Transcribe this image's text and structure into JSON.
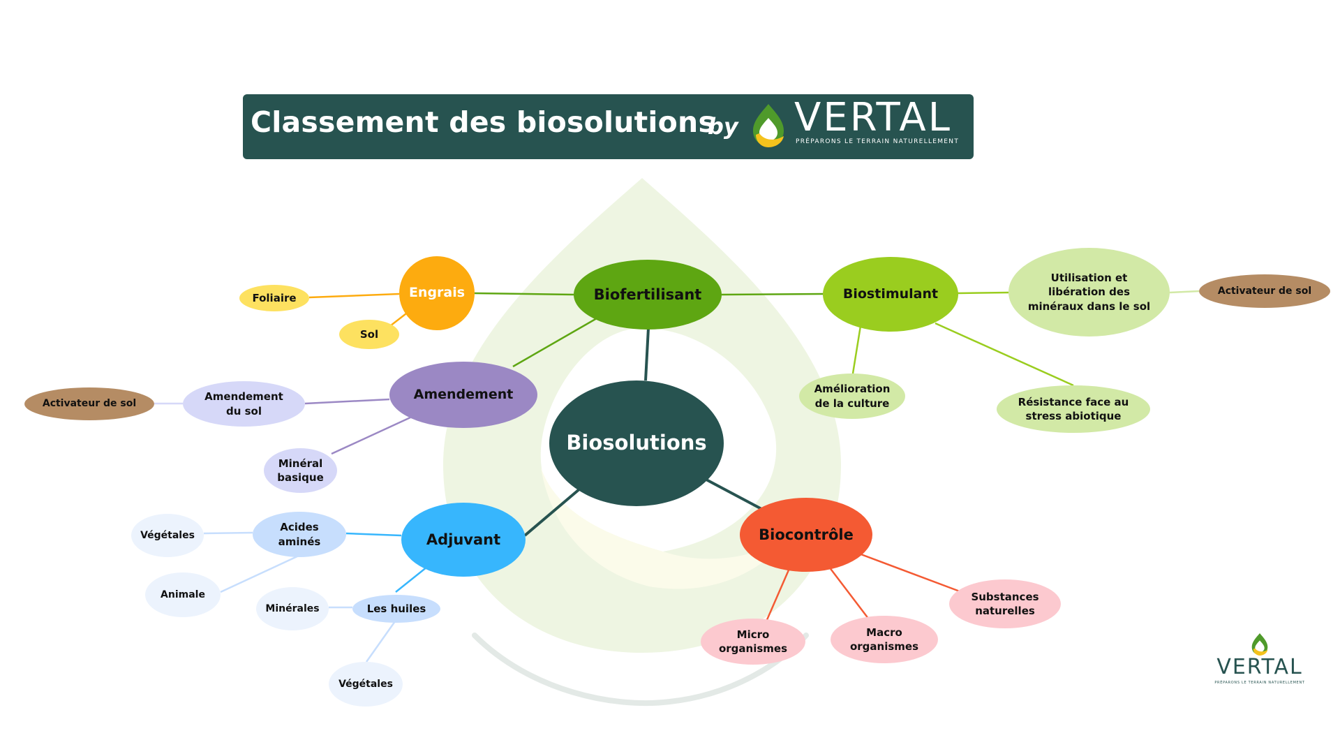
{
  "header": {
    "title": "Classement des biosolutions",
    "by": "by",
    "brand": "VERTAL",
    "tagline": "PRÉPARONS LE TERRAIN NATURELLEMENT"
  },
  "corner_logo": {
    "brand": "VERTAL",
    "tagline": "PRÉPARONS LE TERRAIN NATURELLEMENT"
  },
  "colors": {
    "dark_teal": "#275350",
    "green_dark": "#5ea612",
    "green_light": "#9acd1f",
    "green_pale": "#d2e9a6",
    "orange": "#fdab0f",
    "yellow": "#fde160",
    "purple": "#9b88c4",
    "lavender": "#d6d8f8",
    "blue": "#37b6fd",
    "blue_pale": "#c7defd",
    "ice": "#ecf3fd",
    "red": "#f45a33",
    "pink": "#fcc9cf",
    "brown": "#b58c64"
  },
  "diagram": {
    "center": "Biosolutions",
    "categories": {
      "biofertilisant": "Biofertilisant",
      "engrais": "Engrais",
      "foliaire": "Foliaire",
      "sol": "Sol",
      "biostimulant": "Biostimulant",
      "utilisation": "Utilisation et\nlibération des\nminéraux dans le sol",
      "activateur_1": "Activateur de sol",
      "amelioration": "Amélioration\nde la culture",
      "resistance": "Résistance face au\nstress abiotique",
      "amendement": "Amendement",
      "amendement_sol": "Amendement\ndu sol",
      "activateur_2": "Activateur de sol",
      "mineral": "Minéral\nbasique",
      "adjuvant": "Adjuvant",
      "acides": "Acides\naminés",
      "vegetales_1": "Végétales",
      "animale": "Animale",
      "huiles": "Les huiles",
      "minerales": "Minérales",
      "vegetales_2": "Végétales",
      "biocontrole": "Biocontrôle",
      "micro": "Micro\norganismes",
      "macro": "Macro\norganismes",
      "substances": "Substances\nnaturelles"
    }
  }
}
